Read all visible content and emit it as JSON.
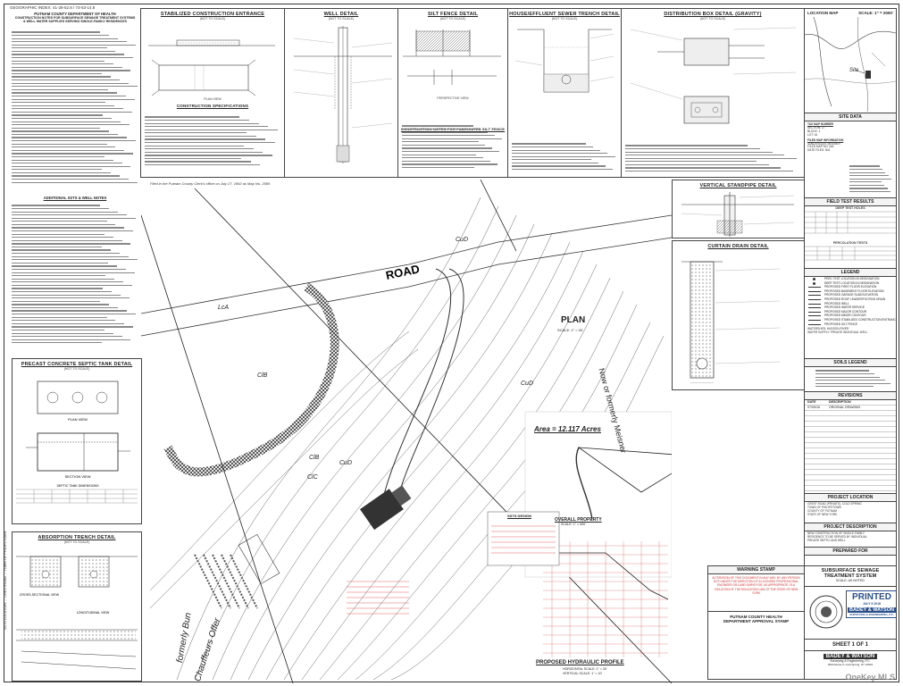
{
  "geographic_index": "GEOGRAPHIC INDEX: 41-28-52.8 / 73-53-14.8",
  "health_notes": {
    "title_line1": "PUTNAM COUNTY DEPARTMENT OF HEALTH",
    "title_line2": "CONSTRUCTION NOTES FOR SUBSURFACE SEWAGE TREATMENT SYSTEMS",
    "title_line3": "& WELL WATER SUPPLIES SERVING SINGLE-FAMILY RESIDENCES",
    "additional_title": "ADDITIONAL SSTS & WELL NOTES"
  },
  "details": {
    "construction_entrance": "STABILIZED CONSTRUCTION ENTRANCE",
    "construction_specs": "CONSTRUCTION SPECIFICATIONS",
    "well_detail": "WELL DETAIL",
    "silt_fence": "SILT FENCE DETAIL",
    "silt_fence_notes": "CONSTRUCTION NOTES FOR FABRICATED SILT FENCE",
    "trench_detail": "HOUSE/EFFLUENT SEWER TRENCH DETAIL",
    "distribution_box": "DISTRIBUTION BOX DETAIL (GRAVITY)",
    "not_to_scale": "(NOT TO SCALE)",
    "plan_view": "PLAN VIEW",
    "section": "SECTION",
    "perspective_view": "PERSPECTIVE VIEW"
  },
  "location_map": {
    "title": "LOCATION MAP",
    "scale": "SCALE: 1\" = 2000'",
    "site_label": "Site"
  },
  "site_data": {
    "title": "SITE DATA",
    "tax_map_number": "TAX MAP NUMBER",
    "section": "SECTION: 17",
    "block": "BLOCK: 1",
    "lot": "LOT: 16",
    "filed_map_info": "FILED MAP INFORMATION",
    "subdivision": "SUBDIVISION: MEISNER",
    "filed_map_no": "FILED MAP NO: N/A",
    "date_filed": "DATE FILED: N/A"
  },
  "field_tests": {
    "title": "FIELD TEST RESULTS",
    "deep_test_holes": "DEEP TEST HOLES",
    "percolation_tests": "PERCOLATION TESTS"
  },
  "legend": {
    "title": "LEGEND",
    "items": [
      "PERC TEST LOCATION IN DESIGNATION",
      "DEEP TEST LOCATION IN DESIGNATION",
      "PROPOSED FIRST FLOOR ELEVATION",
      "PROPOSED BASEMENT FLOOR ELEVATION",
      "PROPOSED GARAGE SLAB ELEVATION",
      "PROPOSED ROOF LEADER/FOOTING DRAIN",
      "PROPOSED WELL",
      "PROPOSED WATER SERVICE",
      "PROPOSED MAJOR CONTOUR",
      "PROPOSED MINOR CONTOUR",
      "PROPOSED STABILIZED CONSTRUCTION ENTRANCE",
      "PROPOSED SILT FENCE"
    ],
    "watershed": "WATERSHED: HUDSON RIVER",
    "water_supply": "WATER SUPPLY: PRIVATE INDIVIDUAL WELL"
  },
  "soils_legend": {
    "title": "SOILS LEGEND"
  },
  "revisions": {
    "title": "REVISIONS",
    "date_header": "DATE",
    "desc_header": "DESCRIPTION",
    "rows": [
      {
        "date": "07/05/16",
        "description": "ORIGINAL DRAWING"
      }
    ]
  },
  "standpipe": {
    "title": "VERTICAL STANDPIPE DETAIL"
  },
  "curtain_drain": {
    "title": "CURTAIN DRAIN DETAIL"
  },
  "septic_tank": {
    "title": "PRECAST CONCRETE SEPTIC TANK DETAIL",
    "plan_view": "PLAN VIEW",
    "section_view": "SECTION VIEW",
    "dimensions_title": "SEPTIC TANK DIMENSIONS"
  },
  "absorption_trench": {
    "title": "ABSORPTION TRENCH DETAIL",
    "cross_section": "CROSS-SECTIONAL VIEW",
    "longitudinal": "LONGITUDINAL VIEW"
  },
  "plan": {
    "filed_note": "Filed in the Putnam County Clerk's office on July 27, 1992 as Map No. 2585",
    "road_label": "ROAD",
    "plan_title": "PLAN",
    "plan_scale": "SCALE: 1\" = 30'",
    "meisner_label": "Now or formerly Meisner",
    "bun_label": "formerly Bun",
    "chauffeurs_label": "Chauffeurs Offer",
    "area_label": "Area = 12.117 Acres",
    "overall_property": "OVERALL PROPERTY",
    "overall_scale": "SCALE: 1\" = 500'",
    "hydraulic_title": "PROPOSED HYDRAULIC PROFILE",
    "hydraulic_h_scale": "HORIZONTAL SCALE: 1\" = 30'",
    "hydraulic_v_scale": "VERTICAL SCALE: 1\" = 10'",
    "ssts_design": "SSTS DESIGN",
    "soil_labels": [
      "LcA",
      "ClB",
      "CuD",
      "CuD",
      "ClB",
      "CuD",
      "ClC"
    ]
  },
  "warning_stamp": {
    "title": "WARNING STAMP",
    "text": "ALTERATION OF THIS DOCUMENT IN ANY WAY, BY ANY PERSON NOT UNDER THE DIRECTION OF A LICENSED PROFESSIONAL ENGINEER OR LAND SURVEYOR, AS APPROPRIATE, IS A VIOLATION OF THE EDUCATION LAW OF THE STATE OF NEW YORK"
  },
  "approval_stamp": {
    "line1": "PUTNAM COUNTY HEALTH",
    "line2": "DEPARTMENT APPROVAL STAMP"
  },
  "project_location": {
    "title": "PROJECT LOCATION",
    "lines": [
      "CREST ROAD (PRIVATE), COLD SPRING",
      "TOWN OF PHILIPSTOWN",
      "COUNTY OF PUTNAM",
      "STATE OF NEW YORK"
    ]
  },
  "project_description": {
    "title": "PROJECT DESCRIPTION",
    "lines": [
      "NEW CONSTRUCTION OF SINGLE-FAMILY",
      "RESIDENCE TO BE SERVED BY INDIVIDUAL",
      "PRIVATE SEPTIC AND WELL"
    ]
  },
  "prepared_for": {
    "title": "PREPARED FOR"
  },
  "drawing_title": {
    "line1": "SUBSURFACE SEWAGE",
    "line2": "TREATMENT SYSTEM",
    "scale": "SCALE: AS NOTED"
  },
  "stamp": {
    "printed": "PRINTED",
    "date": "JULY 5 2016",
    "company": "BADEY & WATSON",
    "company_sub": "SURVEYING & ENGINEERING, P.C."
  },
  "sheet": {
    "label": "SHEET 1 OF 1"
  },
  "firm": {
    "name": "BADEY & WATSON",
    "sub": "Surveying & Engineering, P.C.",
    "address": "3063 Route 9, Cold Spring, NY 10516"
  },
  "watermark": "OneKey MLS",
  "side_text": "SSTS LOCATION: ... CRESTROAD ... TOWN OF PHILIPSTOWN"
}
